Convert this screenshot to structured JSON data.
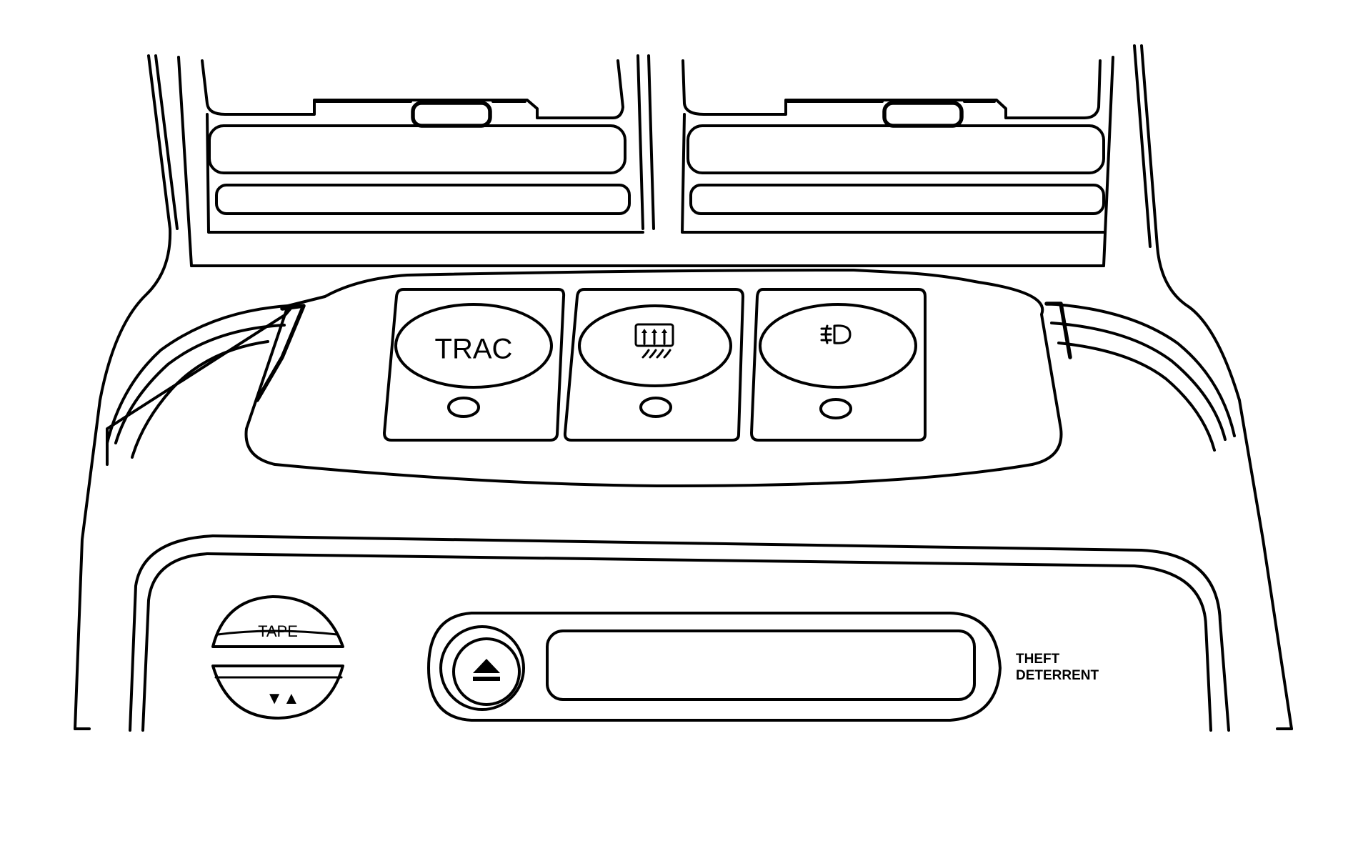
{
  "buttons": {
    "trac": {
      "label": "TRAC"
    },
    "rear_defog": {
      "icon": "rear-defog-icon"
    },
    "fog_lamp": {
      "icon": "fog-lamp-icon"
    }
  },
  "radio": {
    "tape_label": "TAPE",
    "seek_label": "▼▲",
    "eject_icon": "eject-icon",
    "theft_label_line1": "THEFT",
    "theft_label_line2": "DETERRENT"
  },
  "colors": {
    "line": "#000000",
    "background": "#ffffff"
  }
}
